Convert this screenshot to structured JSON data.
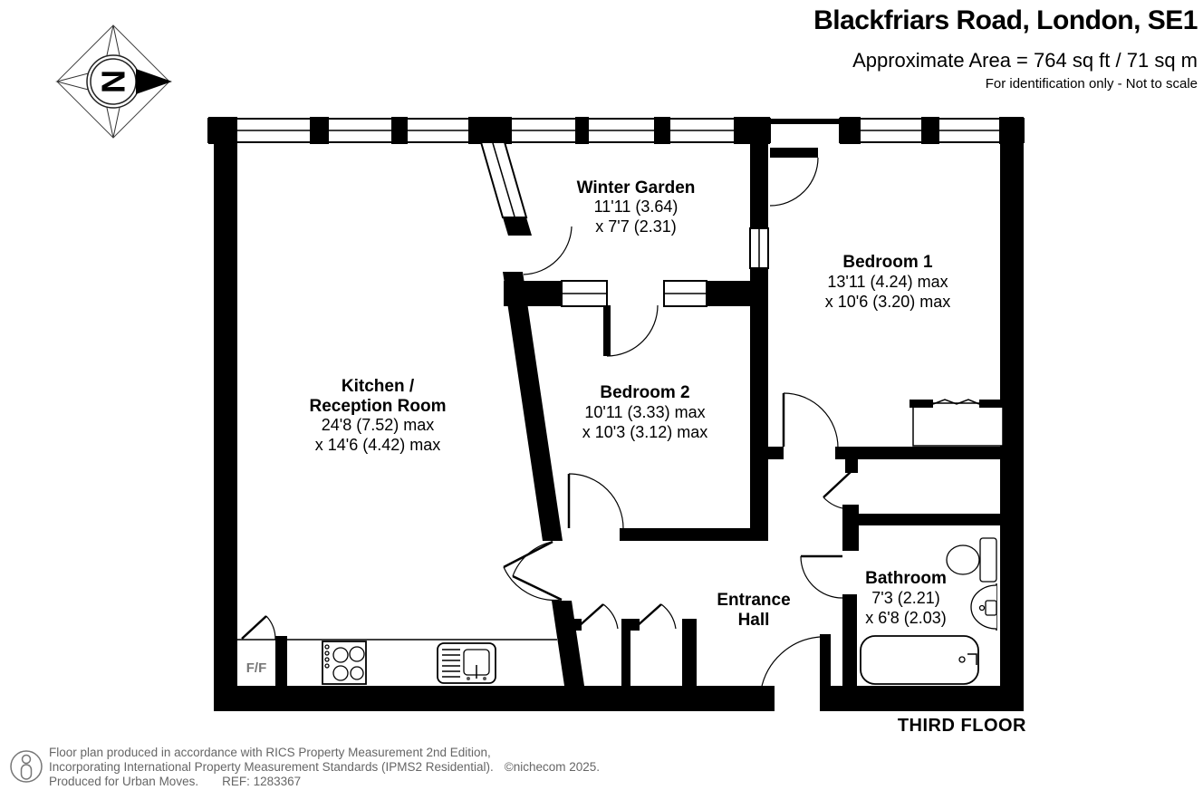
{
  "header": {
    "title": "Blackfriars Road, London, SE1",
    "area": "Approximate Area = 764 sq ft / 71 sq m",
    "disclaimer": "For identification only - Not to scale"
  },
  "compass": {
    "letter": "N"
  },
  "plan": {
    "floor_label": "THIRD FLOOR",
    "rooms": {
      "winter_garden": {
        "name": "Winter Garden",
        "dim1": "11'11 (3.64)",
        "dim2": "x 7'7 (2.31)"
      },
      "bedroom1": {
        "name": "Bedroom 1",
        "dim1": "13'11 (4.24) max",
        "dim2": "x 10'6 (3.20) max"
      },
      "kitchen_reception": {
        "name1": "Kitchen /",
        "name2": "Reception Room",
        "dim1": "24'8 (7.52) max",
        "dim2": "x 14'6 (4.42) max"
      },
      "bedroom2": {
        "name": "Bedroom 2",
        "dim1": "10'11 (3.33) max",
        "dim2": "x 10'3 (3.12) max"
      },
      "entrance_hall": {
        "name1": "Entrance",
        "name2": "Hall"
      },
      "bathroom": {
        "name": "Bathroom",
        "dim1": "7'3 (2.21)",
        "dim2": "x 6'8 (2.03)"
      }
    },
    "fixtures": {
      "fridge_freezer_label": "F/F"
    }
  },
  "footer": {
    "line1": "Floor plan produced in accordance with RICS Property Measurement 2nd Edition,",
    "line2": "Incorporating International Property Measurement Standards (IPMS2 Residential).",
    "copyright": "©nichecom 2025.",
    "line3": "Produced for Urban Moves.",
    "ref": "REF: 1283367"
  },
  "colors": {
    "wall": "#000000",
    "background": "#ffffff",
    "footer_text": "#666666"
  }
}
